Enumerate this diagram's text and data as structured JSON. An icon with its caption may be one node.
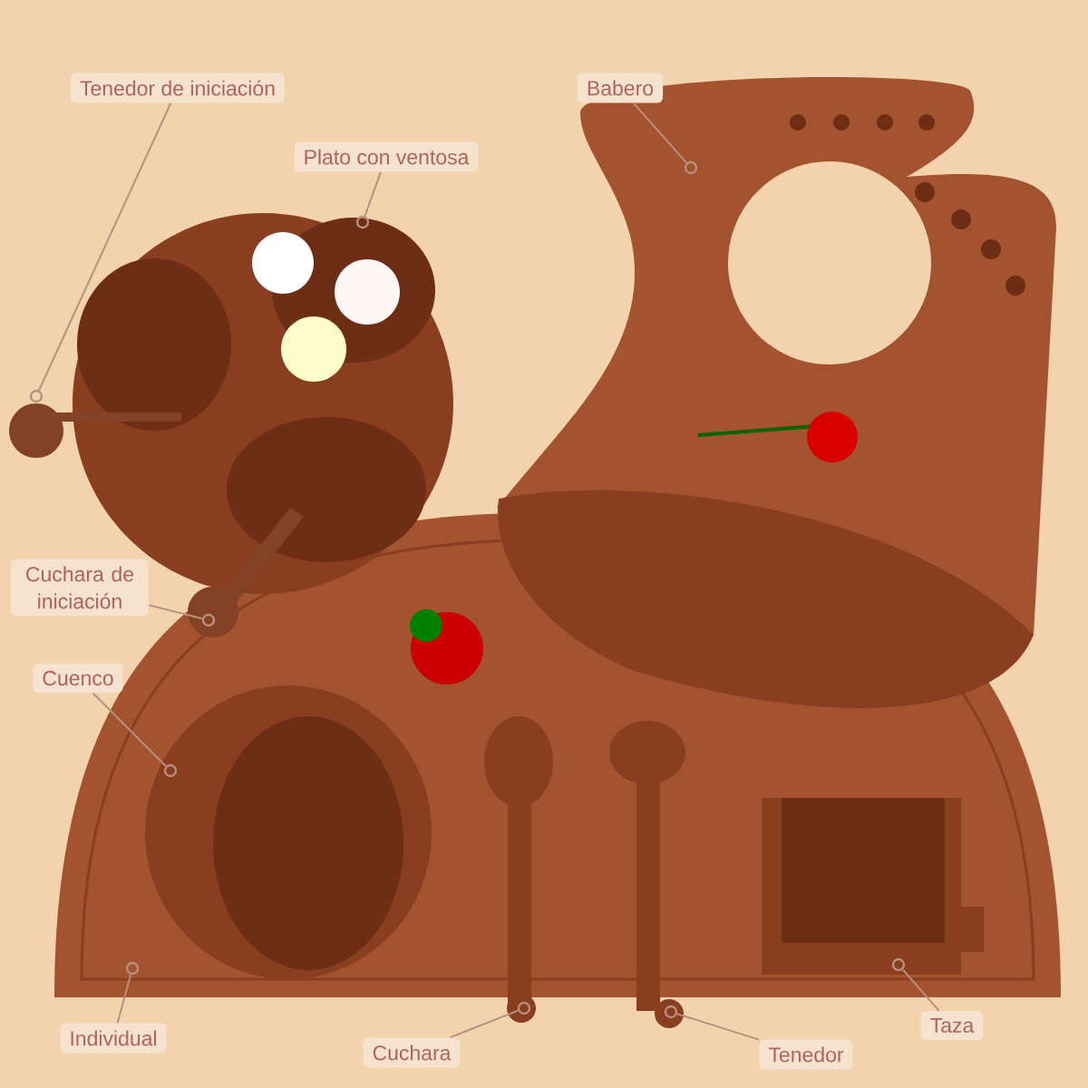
{
  "diagram": {
    "nodes": [
      {
        "text": [
          "Tenedor de iniciación"
        ]
      },
      {
        "text": [
          "Plato con ventosa"
        ]
      },
      {
        "text": [
          "Babero"
        ]
      },
      {
        "text": [
          "Cuchara de iniciación"
        ]
      },
      {
        "text": [
          "Cuenco"
        ]
      },
      {
        "text": [
          "Individual"
        ]
      },
      {
        "text": [
          "Cuchara"
        ]
      },
      {
        "text": [
          "Tenedor"
        ]
      },
      {
        "text": [
          "Taza"
        ]
      },
      {
        "text": [],
        "shape": "circle"
      },
      {
        "text": [],
        "shape": "circle"
      },
      {
        "text": [],
        "shape": "circle"
      },
      {
        "text": [],
        "shape": "circle"
      },
      {
        "text": [],
        "shape": "circle"
      },
      {
        "text": [],
        "shape": "circle"
      },
      {
        "text": [],
        "shape": "circle"
      },
      {
        "text": [],
        "shape": "circle"
      },
      {
        "text": [],
        "shape": "circle"
      }
    ],
    "edges": [
      {
        "from": 0,
        "to": 9,
        "arrow": "none"
      },
      {
        "from": 1,
        "to": 10,
        "arrow": "none"
      },
      {
        "from": 2,
        "to": 11,
        "arrow": "none"
      },
      {
        "from": 3,
        "to": 12,
        "arrow": "none"
      },
      {
        "from": 4,
        "to": 13,
        "arrow": "none"
      },
      {
        "from": 5,
        "to": 14,
        "arrow": "none"
      },
      {
        "from": 6,
        "to": 15,
        "arrow": "none"
      },
      {
        "from": 7,
        "to": 16,
        "arrow": "none"
      },
      {
        "from": 8,
        "to": 17,
        "arrow": "none"
      }
    ]
  }
}
